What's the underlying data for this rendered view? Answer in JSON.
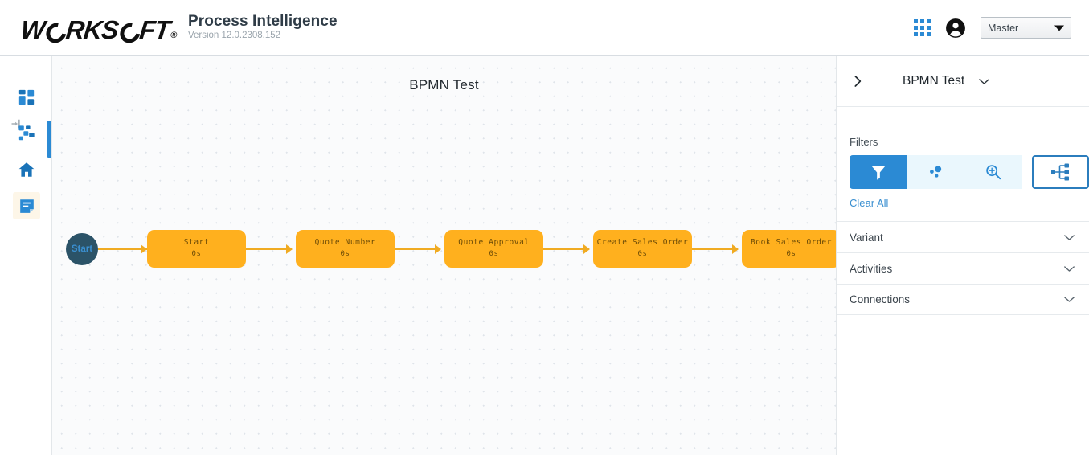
{
  "header": {
    "logo_part1": "W",
    "logo_part2": "RKS",
    "logo_part3": "FT",
    "logo_registered": "®",
    "app_title": "Process Intelligence",
    "version": "Version 12.0.2308.152",
    "apps_icon": "grid-apps-icon",
    "account_icon": "account-circle-icon",
    "workspace_selected": "Master",
    "workspace_caret_icon": "caret-down-icon"
  },
  "sidebar": {
    "pin_icon": "pin-collapse-icon",
    "items": [
      {
        "icon": "dashboard-grid-icon",
        "active": false
      },
      {
        "icon": "process-hierarchy-icon",
        "active": true
      },
      {
        "icon": "home-icon",
        "active": false
      },
      {
        "icon": "document-note-icon",
        "active": false
      }
    ]
  },
  "canvas": {
    "title": "BPMN Test",
    "start_node": {
      "label": "Start"
    },
    "nodes": [
      {
        "label": "Start",
        "duration": "0s"
      },
      {
        "label": "Quote Number",
        "duration": "0s"
      },
      {
        "label": "Quote Approval",
        "duration": "0s"
      },
      {
        "label": "Create Sales Order",
        "duration": "0s"
      },
      {
        "label": "Book Sales Order",
        "duration": "0s"
      }
    ]
  },
  "panel": {
    "expand_icon": "chevron-right-icon",
    "title": "BPMN Test",
    "title_caret_icon": "chevron-down-icon",
    "filters_label": "Filters",
    "filter_buttons": [
      {
        "icon": "funnel-filter-icon",
        "active": true
      },
      {
        "icon": "bubble-dots-icon",
        "active": false
      },
      {
        "icon": "magnifier-zoom-in-icon",
        "active": false
      },
      {
        "icon": "process-hierarchy-icon",
        "active": false,
        "outlined": true
      }
    ],
    "clear_all": "Clear All",
    "accordions": [
      {
        "label": "Variant",
        "icon": "chevron-down-icon"
      },
      {
        "label": "Activities",
        "icon": "chevron-down-icon"
      },
      {
        "label": "Connections",
        "icon": "chevron-down-icon"
      }
    ]
  },
  "colors": {
    "brand_blue": "#2b8ad4",
    "node_orange": "#ffb01e",
    "edge_orange": "#f0ab22",
    "start_node": "#2b5368",
    "link_blue": "#3a8fd0"
  }
}
